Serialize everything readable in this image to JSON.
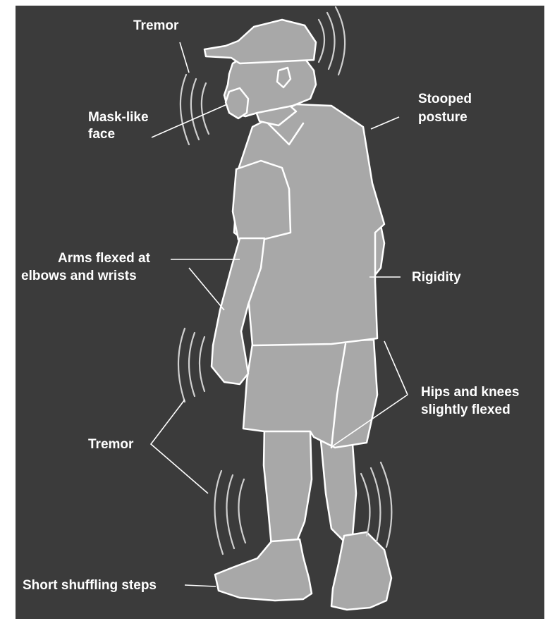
{
  "colors": {
    "background": "#3b3b3b",
    "figure_fill": "#a8a8a8",
    "figure_outline": "#ffffff",
    "label_text": "#ffffff",
    "leader_line": "#ffffff"
  },
  "labels": {
    "tremor_head": "Tremor",
    "mask_face_line1": "Mask-like",
    "mask_face_line2": "face",
    "stooped_line1": "Stooped",
    "stooped_line2": "posture",
    "arms_line1": "Arms flexed at",
    "arms_line2": "elbows and wrists",
    "rigidity": "Rigidity",
    "hips_line1": "Hips and knees",
    "hips_line2": "slightly flexed",
    "tremor_limbs": "Tremor",
    "shuffling": "Short shuffling steps"
  }
}
